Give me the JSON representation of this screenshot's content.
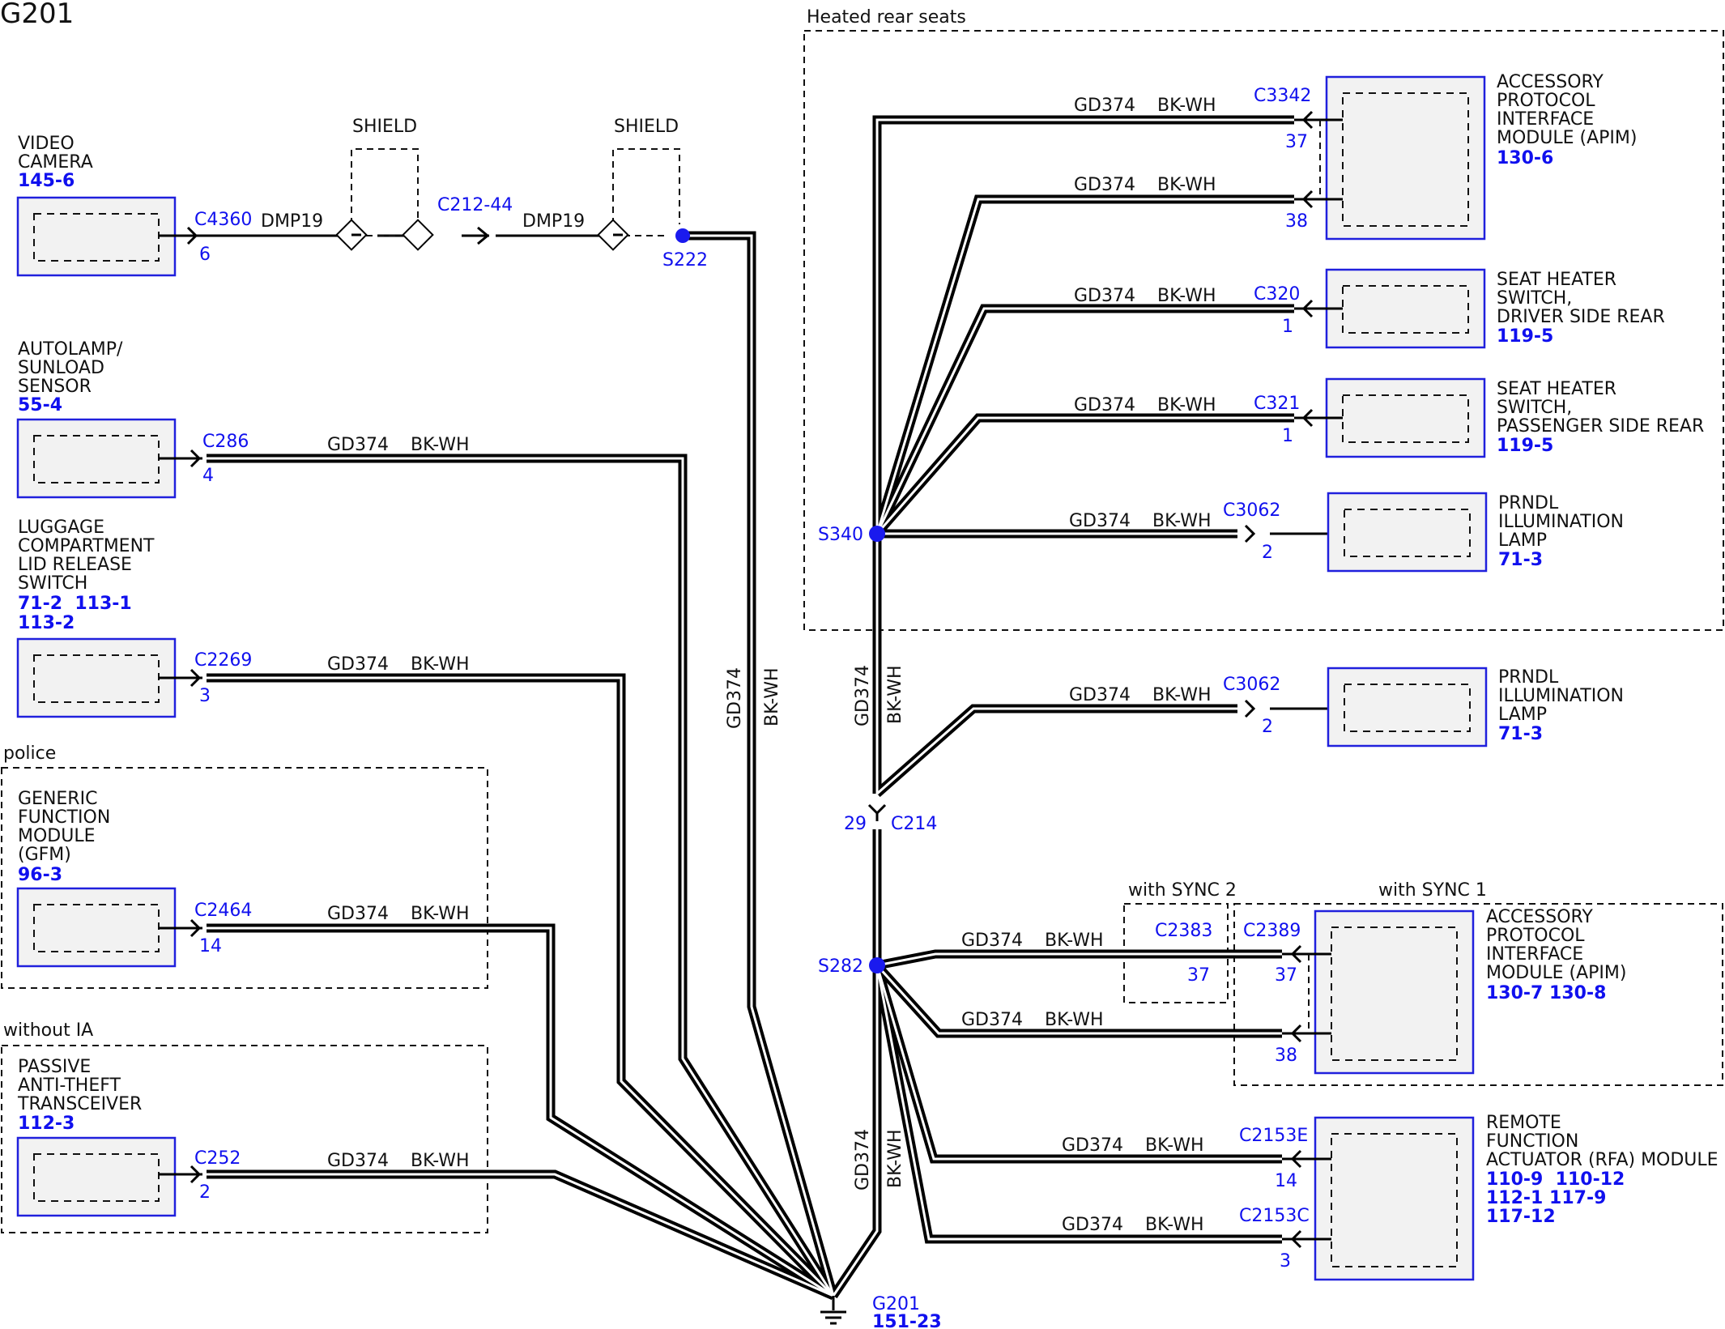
{
  "title": "G201",
  "common": {
    "circuit": "GD374",
    "color": "BK-WH"
  },
  "groups": {
    "heated": "Heated rear seats",
    "police": "police",
    "without_ia": "without IA",
    "sync2": "with SYNC 2",
    "sync1": "with SYNC 1"
  },
  "left_components": {
    "video_camera": {
      "name": [
        "VIDEO",
        "CAMERA"
      ],
      "ref": [
        "145-6"
      ],
      "connector": "C4360",
      "pin": "6",
      "circuit": "DMP19"
    },
    "autolamp": {
      "name": [
        "AUTOLAMP/",
        "SUNLOAD",
        "SENSOR"
      ],
      "ref": [
        "55-4"
      ],
      "connector": "C286",
      "pin": "4"
    },
    "luggage": {
      "name": [
        "LUGGAGE",
        "COMPARTMENT",
        "LID RELEASE",
        "SWITCH"
      ],
      "ref": [
        "71-2  113-1",
        "113-2"
      ],
      "connector": "C2269",
      "pin": "3"
    },
    "gfm": {
      "name": [
        "GENERIC",
        "FUNCTION",
        "MODULE",
        "(GFM)"
      ],
      "ref": [
        "96-3"
      ],
      "connector": "C2464",
      "pin": "14"
    },
    "pats": {
      "name": [
        "PASSIVE",
        "ANTI-THEFT",
        "TRANSCEIVER"
      ],
      "ref": [
        "112-3"
      ],
      "connector": "C252",
      "pin": "2"
    }
  },
  "shield": {
    "label": "SHIELD",
    "inline_connector": "C212",
    "inline_pin": "44",
    "circuit": "DMP19",
    "splice": "S222"
  },
  "right_components": {
    "apim_heated": {
      "name": [
        "ACCESSORY",
        "PROTOCOL",
        "INTERFACE",
        "MODULE (APIM)"
      ],
      "ref": [
        "130-6"
      ],
      "connector": "C3342",
      "pins": [
        "37",
        "38"
      ]
    },
    "seat_driver": {
      "name": [
        "SEAT HEATER",
        "SWITCH,",
        "DRIVER SIDE REAR"
      ],
      "ref": [
        "119-5"
      ],
      "connector": "C320",
      "pin": "1"
    },
    "seat_pass": {
      "name": [
        "SEAT HEATER",
        "SWITCH,",
        "PASSENGER SIDE REAR"
      ],
      "ref": [
        "119-5"
      ],
      "connector": "C321",
      "pin": "1"
    },
    "prndl_1": {
      "name": [
        "PRNDL",
        "ILLUMINATION",
        "LAMP"
      ],
      "ref": [
        "71-3"
      ],
      "connector": "C3062",
      "pin": "2"
    },
    "prndl_2": {
      "name": [
        "PRNDL",
        "ILLUMINATION",
        "LAMP"
      ],
      "ref": [
        "71-3"
      ],
      "connector": "C3062",
      "pin": "2"
    },
    "apim_sync": {
      "name": [
        "ACCESSORY",
        "PROTOCOL",
        "INTERFACE",
        "MODULE (APIM)"
      ],
      "ref": [
        "130-7 130-8"
      ],
      "connector_sync2": "C2383",
      "pin_sync2": "37",
      "connector": "C2389",
      "pins": [
        "37",
        "38"
      ]
    },
    "rfa": {
      "name": [
        "REMOTE",
        "FUNCTION",
        "ACTUATOR (RFA) MODULE"
      ],
      "ref": [
        "110-9  110-12",
        "112-1 117-9",
        "117-12"
      ],
      "connectors": [
        "C2153E",
        "C2153C"
      ],
      "pins": [
        "14",
        "3"
      ]
    }
  },
  "splices": {
    "s340": "S340",
    "s282": "S282"
  },
  "inline": {
    "connector": "C214",
    "pin": "29"
  },
  "ground": {
    "name": "G201",
    "ref": "151-23"
  }
}
